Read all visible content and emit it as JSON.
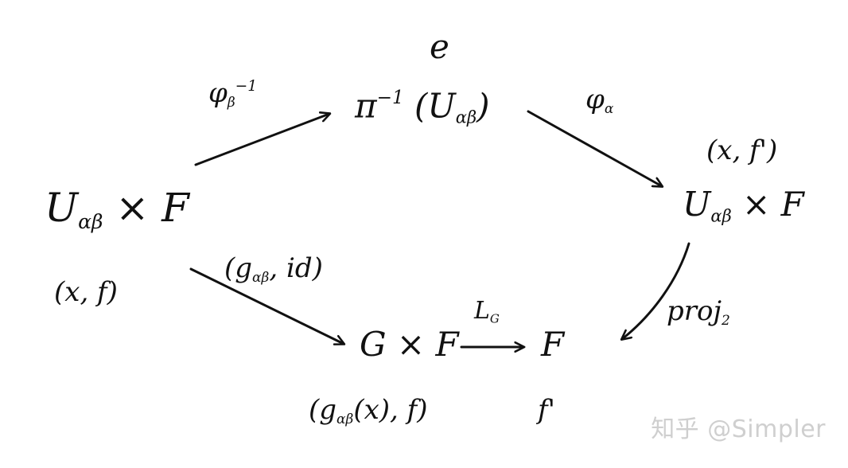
{
  "diagram": {
    "top_label": "e",
    "nodes": {
      "left": {
        "main": "U",
        "sub": "αβ",
        "rest": " × F",
        "element": "(x, f)"
      },
      "top": {
        "main": "π",
        "sup": "−1",
        "open": " (U",
        "sub": "αβ",
        "close": ")"
      },
      "right": {
        "main": "U",
        "sub": "αβ",
        "rest": " × F",
        "element": "(x, f')"
      },
      "bottom_left": {
        "main": "G × F",
        "element_main": "(g",
        "element_sub": "αβ",
        "element_rest": "(x), f)"
      },
      "bottom_right": {
        "main": "F",
        "element": "f'"
      }
    },
    "maps": {
      "phi_beta_inv": {
        "main": "φ",
        "sub": "β",
        "sup": "−1"
      },
      "phi_alpha": {
        "main": "φ",
        "sub": "α"
      },
      "g_id": {
        "open": "(g",
        "sub": "αβ",
        "rest": ", id)"
      },
      "L_G": {
        "main": "L",
        "sub": "G"
      },
      "proj2": {
        "main": "proj",
        "sub": "2"
      }
    },
    "stroke_color": "#111111"
  },
  "watermark": "知乎 @Simpler"
}
